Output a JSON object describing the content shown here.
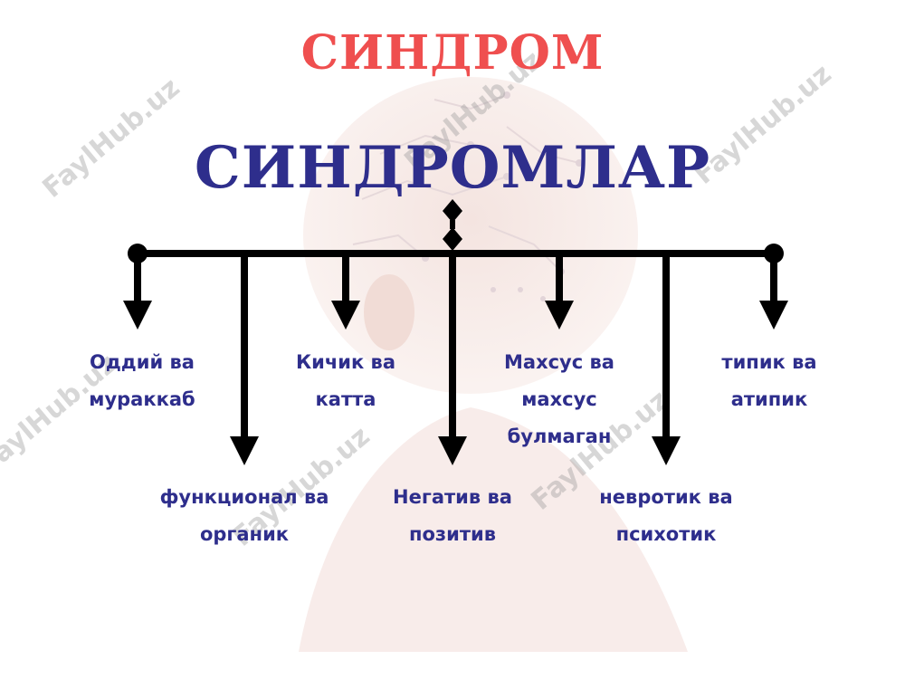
{
  "heading": "СИНДРОМ",
  "title": "СИНДРОМЛАР",
  "watermark": "FaylHub.uz",
  "colors": {
    "red": "#ef4f4f",
    "blue": "#2e2e8c",
    "line": "#000000"
  },
  "items": [
    {
      "lines": [
        "Оддий ва",
        "мураккаб"
      ]
    },
    {
      "lines": [
        "функционал ва",
        "органик"
      ]
    },
    {
      "lines": [
        "Кичик ва",
        "катта"
      ]
    },
    {
      "lines": [
        "Негатив ва",
        "позитив"
      ]
    },
    {
      "lines": [
        "Махсус ва",
        "махсус",
        "булмаган"
      ]
    },
    {
      "lines": [
        "невротик ва",
        "психотик"
      ]
    },
    {
      "lines": [
        "типик ва",
        "атипик"
      ]
    }
  ]
}
